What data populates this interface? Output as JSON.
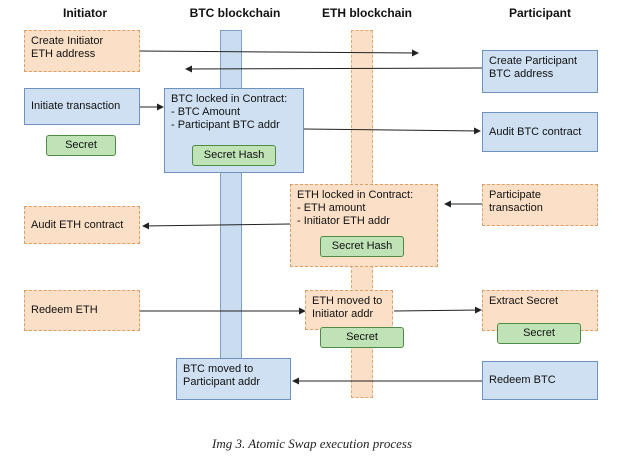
{
  "headers": {
    "initiator": "Initiator",
    "btc_chain": "BTC blockchain",
    "eth_chain": "ETH blockchain",
    "participant": "Participant"
  },
  "boxes": {
    "create_initiator_eth": "Create Initiator\nETH address",
    "create_participant_btc": "Create Participant\nBTC address",
    "initiate_transaction": "Initiate transaction",
    "btc_locked": "BTC locked in Contract:\n- BTC Amount\n- Participant BTC addr",
    "audit_btc": "Audit BTC contract",
    "eth_locked": "ETH locked in Contract:\n- ETH amount\n- Initiator ETH addr",
    "participate_transaction": "Participate\ntransaction",
    "audit_eth": "Audit ETH contract",
    "redeem_eth": "Redeem ETH",
    "eth_moved": "ETH moved to\nInitiator addr",
    "extract_secret": "Extract Secret",
    "btc_moved": "BTC moved to\nParticipant addr",
    "redeem_btc": "Redeem BTC"
  },
  "tags": {
    "secret_initiator": "Secret",
    "secret_hash_btc": "Secret Hash",
    "secret_hash_eth": "Secret Hash",
    "secret_eth_moved": "Secret",
    "secret_extracted": "Secret"
  },
  "caption": "Img 3. Atomic Swap execution process"
}
